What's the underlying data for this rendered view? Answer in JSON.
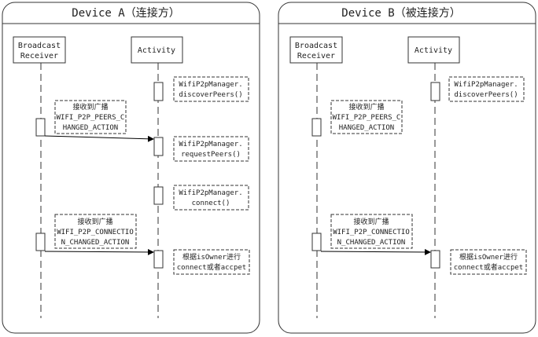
{
  "left": {
    "title": "Device A（连接方）",
    "receiver": [
      "Broadcast",
      "Receiver"
    ],
    "activity": "Activity",
    "notes": {
      "n1": [
        "WifiP2pManager.",
        "discoverPeers()"
      ],
      "n2": [
        "接收到广播",
        "WIFI_P2P_PEERS_C",
        "HANGED_ACTION"
      ],
      "n3": [
        "WifiP2pManager.",
        "requestPeers()"
      ],
      "n4": [
        "WifiP2pManager.",
        "connect()"
      ],
      "n5": [
        "接收到广播",
        "WIFI_P2P_CONNECTIO",
        "N_CHANGED_ACTION"
      ],
      "n6": [
        "根据isOwner进行",
        "connect或者accpet"
      ]
    }
  },
  "right": {
    "title": "Device B（被连接方）",
    "receiver": [
      "Broadcast",
      "Receiver"
    ],
    "activity": "Activity",
    "notes": {
      "n1": [
        "WifiP2pManager.",
        "discoverPeers()"
      ],
      "n2": [
        "接收到广播",
        "WIFI_P2P_PEERS_C",
        "HANGED_ACTION"
      ],
      "n5": [
        "接收到广播",
        "WIFI_P2P_CONNECTIO",
        "N_CHANGED_ACTION"
      ],
      "n6": [
        "根据isOwner进行",
        "connect或者accpet"
      ]
    }
  }
}
